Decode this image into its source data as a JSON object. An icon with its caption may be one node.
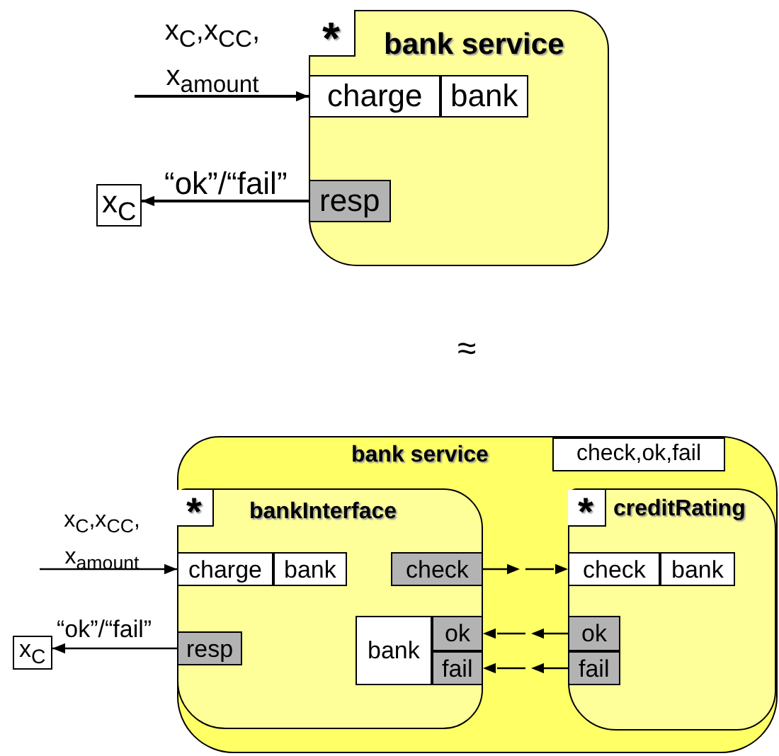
{
  "diagram": {
    "nodes": [
      {
        "text": [
          "bank service"
        ]
      },
      {
        "text": [
          "*"
        ],
        "in": 0
      },
      {
        "text": [
          "charge"
        ],
        "in": 0
      },
      {
        "text": [
          "bank"
        ],
        "in": 0
      },
      {
        "text": [
          "resp"
        ],
        "in": 0
      },
      {
        "text": [
          "x$_{C}$"
        ]
      },
      {
        "text": [
          "bank service"
        ]
      },
      {
        "text": [
          "check,ok,fail"
        ],
        "in": 6
      },
      {
        "text": [
          "bankInterface"
        ],
        "in": 6
      },
      {
        "text": [
          "*"
        ],
        "in": 8
      },
      {
        "text": [
          "charge"
        ],
        "in": 8
      },
      {
        "text": [
          "bank"
        ],
        "in": 8
      },
      {
        "text": [
          "resp"
        ],
        "in": 8
      },
      {
        "text": [
          "check"
        ],
        "in": 8
      },
      {
        "text": [
          "bank"
        ],
        "in": 8
      },
      {
        "text": [
          "ok"
        ],
        "in": 8
      },
      {
        "text": [
          "fail"
        ],
        "in": 8
      },
      {
        "text": [
          "creditRating"
        ],
        "in": 6
      },
      {
        "text": [
          "*"
        ],
        "in": 17
      },
      {
        "text": [
          "check"
        ],
        "in": 17
      },
      {
        "text": [
          "bank"
        ],
        "in": 17
      },
      {
        "text": [
          "ok"
        ],
        "in": 17
      },
      {
        "text": [
          "fail"
        ],
        "in": 17
      },
      {
        "text": [
          "x$_{C}$"
        ]
      }
    ],
    "edges": [
      {
        "from": null,
        "to": 2,
        "arrow": "to",
        "label": "x$_{C}$,x$_{CC}$, x$_{amount}$"
      },
      {
        "from": 4,
        "to": 5,
        "arrow": "to",
        "label": "“ok”/“fail”"
      },
      {
        "from": null,
        "to": 10,
        "arrow": "to",
        "label": "x$_{C}$,x$_{CC}$, x$_{amount}$"
      },
      {
        "from": 12,
        "to": 23,
        "arrow": "to",
        "label": "“ok”/“fail”"
      },
      {
        "from": 13,
        "to": 19,
        "arrow": "to",
        "style": "dashed"
      },
      {
        "from": 21,
        "to": 15,
        "arrow": "to",
        "style": "dashed"
      },
      {
        "from": 22,
        "to": 16,
        "arrow": "to",
        "style": "dashed"
      }
    ],
    "labels": [
      "≈"
    ]
  }
}
